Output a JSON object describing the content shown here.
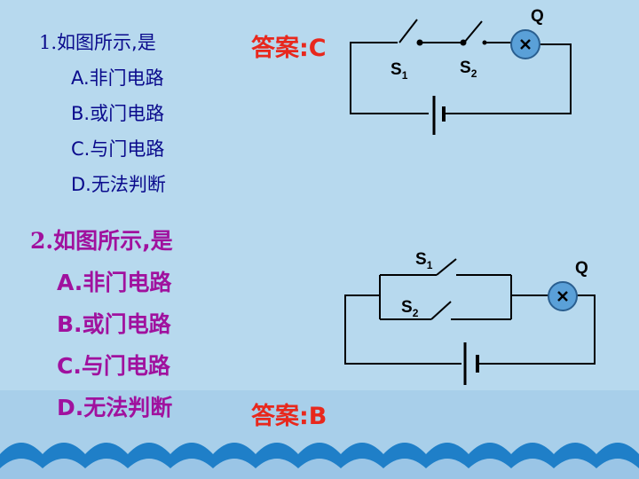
{
  "q1": {
    "stem_num": "1.",
    "stem_text": "如图所示,是",
    "options": [
      {
        "letter": "A.",
        "text": "非门电路"
      },
      {
        "letter": "B.",
        "text": "或门电路"
      },
      {
        "letter": "C.",
        "text": "与门电路"
      },
      {
        "letter": "D.",
        "text": "无法判断"
      }
    ],
    "answer": "答案:C"
  },
  "q2": {
    "stem_num": "2.",
    "stem_text": "如图所示,是",
    "options": [
      {
        "letter": "A.",
        "text": "非门电路"
      },
      {
        "letter": "B.",
        "text": "或门电路"
      },
      {
        "letter": "C.",
        "text": "与门电路"
      },
      {
        "letter": "D.",
        "text": "无法判断"
      }
    ],
    "answer": "答案:B"
  },
  "circuit1": {
    "lamp_label": "Q",
    "switch1": "S",
    "switch1_sub": "1",
    "switch2": "S",
    "switch2_sub": "2"
  },
  "circuit2": {
    "lamp_label": "Q",
    "switch1": "S",
    "switch1_sub": "1",
    "switch2": "S",
    "switch2_sub": "2"
  },
  "colors": {
    "background": "#b7d9ee",
    "wave": "#1f7fc8",
    "q1_text": "#0a0a8c",
    "q2_text": "#a0119e",
    "answer": "#e8281d",
    "lamp": "#5aa0d8"
  }
}
